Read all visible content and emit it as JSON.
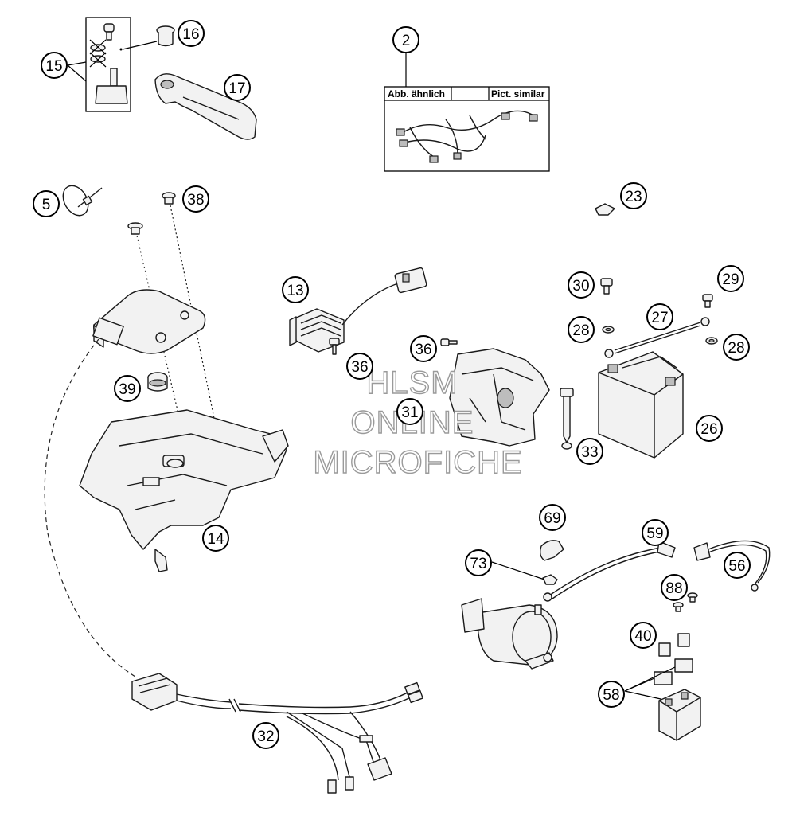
{
  "diagram": {
    "callouts": {
      "c2": "2",
      "c5": "5",
      "c13": "13",
      "c14": "14",
      "c15": "15",
      "c16": "16",
      "c17": "17",
      "c23": "23",
      "c26": "26",
      "c27": "27",
      "c28a": "28",
      "c28b": "28",
      "c29": "29",
      "c30": "30",
      "c31": "31",
      "c32": "32",
      "c33": "33",
      "c36a": "36",
      "c36b": "36",
      "c38": "38",
      "c39": "39",
      "c40": "40",
      "c56": "56",
      "c58": "58",
      "c59": "59",
      "c69": "69",
      "c73": "73",
      "c88": "88"
    },
    "harness_box": {
      "label_left": "Abb. ähnlich",
      "label_right": "Pict. similar"
    },
    "watermark": {
      "line1": "HLSM",
      "line2": "ONLINE",
      "line3": "MICROFICHE"
    }
  }
}
